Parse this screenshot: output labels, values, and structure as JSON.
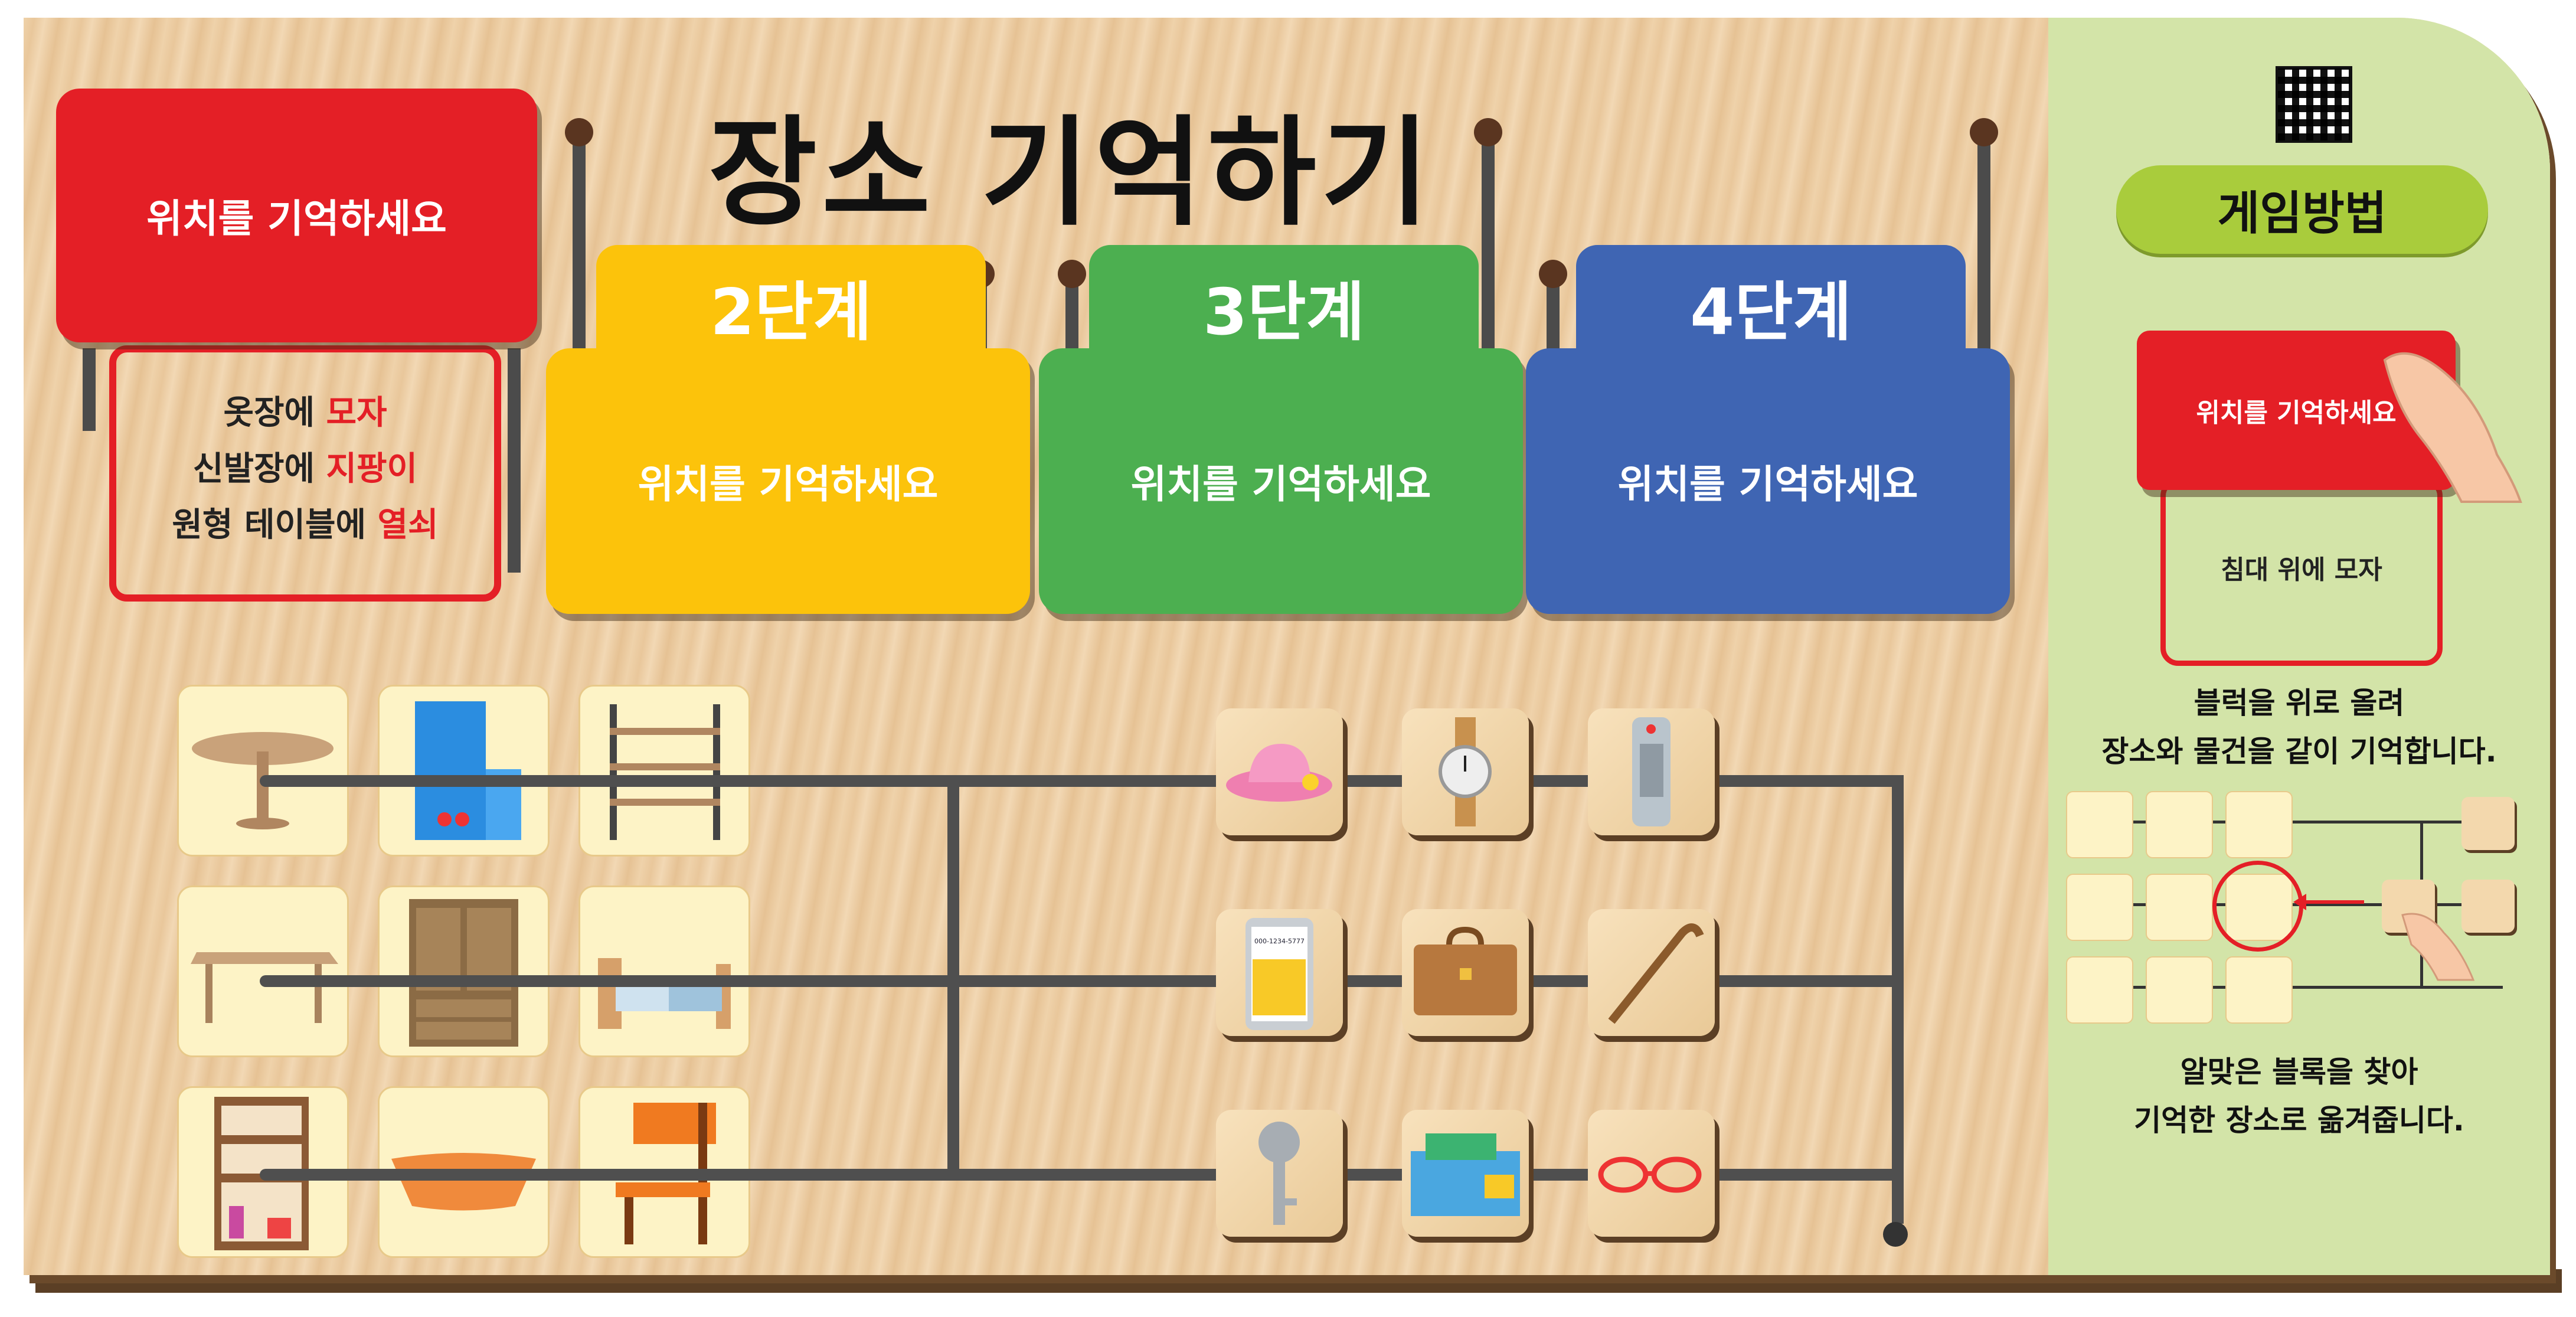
{
  "title": "장소 기억하기",
  "stage1": {
    "card_label": "위치를 기억하세요",
    "hints": [
      {
        "place": "옷장에",
        "object": "모자"
      },
      {
        "place": "신발장에",
        "object": "지팡이"
      },
      {
        "place": "원형 테이블에",
        "object": "열쇠"
      }
    ]
  },
  "stages": [
    {
      "tab": "2단계",
      "label": "위치를 기억하세요",
      "color": "#fcc30b"
    },
    {
      "tab": "3단계",
      "label": "위치를 기억하세요",
      "color": "#4caf50"
    },
    {
      "tab": "4단계",
      "label": "위치를 기억하세요",
      "color": "#3f65b3"
    }
  ],
  "places": [
    "round-table",
    "refrigerator",
    "shelf",
    "table",
    "wardrobe",
    "bed",
    "shoe-cabinet",
    "basket",
    "chair"
  ],
  "objects": [
    "hat",
    "watch",
    "remote-control",
    "phone",
    "bag",
    "cane",
    "key",
    "wallet",
    "glasses"
  ],
  "phone_screen": "000-1234-5777",
  "howto": {
    "button": "게임방법",
    "card_label": "위치를 기억하세요",
    "card_hint": "침대 위에 모자",
    "step1_line1": "블럭을 위로 올려",
    "step1_line2": "장소와 물건을 같이 기억합니다.",
    "step2_line1": "알맞은 블록을 찾아",
    "step2_line2": "기억한 장소로 옮겨줍니다."
  },
  "colors": {
    "red": "#e41f26",
    "yellow": "#fcc30b",
    "green": "#4caf50",
    "blue": "#3f65b3",
    "panel": "#d3e4a8",
    "pill": "#a9cc3c"
  }
}
